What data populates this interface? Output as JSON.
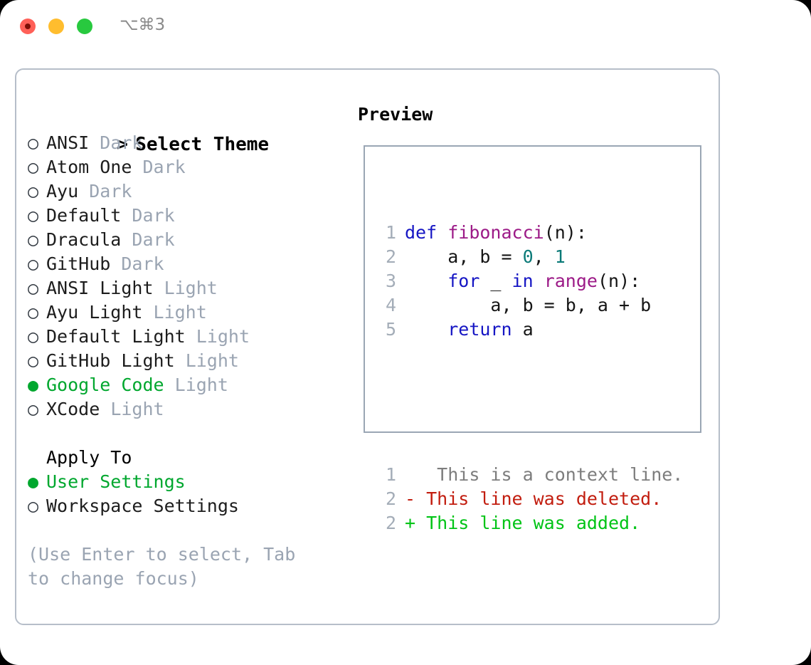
{
  "window": {
    "shortcut": "⌥⌘3",
    "traffic_lights": [
      {
        "name": "close",
        "color": "#ff6058"
      },
      {
        "name": "minimize",
        "color": "#ffbd2e"
      },
      {
        "name": "maximize",
        "color": "#28c93f"
      }
    ]
  },
  "theme_picker": {
    "caret": ">",
    "header": "Select Theme",
    "bullet_unselected": "○",
    "bullet_selected": "●",
    "items": [
      {
        "name": "ANSI",
        "kind": "Dark",
        "selected": false
      },
      {
        "name": "Atom One",
        "kind": "Dark",
        "selected": false
      },
      {
        "name": "Ayu",
        "kind": "Dark",
        "selected": false
      },
      {
        "name": "Default",
        "kind": "Dark",
        "selected": false
      },
      {
        "name": "Dracula",
        "kind": "Dark",
        "selected": false
      },
      {
        "name": "GitHub",
        "kind": "Dark",
        "selected": false
      },
      {
        "name": "ANSI Light",
        "kind": "Light",
        "selected": false
      },
      {
        "name": "Ayu Light",
        "kind": "Light",
        "selected": false
      },
      {
        "name": "Default Light",
        "kind": "Light",
        "selected": false
      },
      {
        "name": "GitHub Light",
        "kind": "Light",
        "selected": false
      },
      {
        "name": "Google Code",
        "kind": "Light",
        "selected": true
      },
      {
        "name": "XCode",
        "kind": "Light",
        "selected": false
      }
    ]
  },
  "apply_to": {
    "label": "Apply To",
    "options": [
      {
        "name": "User Settings",
        "selected": true
      },
      {
        "name": "Workspace Settings",
        "selected": false
      }
    ]
  },
  "hint": "(Use Enter to select, Tab to change focus)",
  "preview": {
    "title": "Preview",
    "code_lines": [
      {
        "number": "1",
        "tokens": [
          {
            "t": "def",
            "c": "k"
          },
          {
            "t": " ",
            "c": "pl"
          },
          {
            "t": "fibonacci",
            "c": "fn"
          },
          {
            "t": "(n):",
            "c": "pl"
          }
        ]
      },
      {
        "number": "2",
        "tokens": [
          {
            "t": "    a, b = ",
            "c": "pl"
          },
          {
            "t": "0",
            "c": "num"
          },
          {
            "t": ", ",
            "c": "pl"
          },
          {
            "t": "1",
            "c": "num"
          }
        ]
      },
      {
        "number": "3",
        "tokens": [
          {
            "t": "    ",
            "c": "pl"
          },
          {
            "t": "for",
            "c": "k"
          },
          {
            "t": " _ ",
            "c": "pl"
          },
          {
            "t": "in",
            "c": "k"
          },
          {
            "t": " ",
            "c": "pl"
          },
          {
            "t": "range",
            "c": "fn"
          },
          {
            "t": "(n):",
            "c": "pl"
          }
        ]
      },
      {
        "number": "4",
        "tokens": [
          {
            "t": "        a, b = b, a + b",
            "c": "pl"
          }
        ]
      },
      {
        "number": "5",
        "tokens": [
          {
            "t": "    ",
            "c": "pl"
          },
          {
            "t": "return",
            "c": "k"
          },
          {
            "t": " a",
            "c": "pl"
          }
        ]
      }
    ],
    "diff_lines": [
      {
        "number": "1",
        "marker": " ",
        "text": "  This is a context line.",
        "style": "diff-ctx"
      },
      {
        "number": "2",
        "marker": "-",
        "text": " This line was deleted.",
        "style": "diff-del"
      },
      {
        "number": "2",
        "marker": "+",
        "text": " This line was added.",
        "style": "diff-add"
      }
    ]
  },
  "colors": {
    "accent_green": "#00a72e",
    "muted": "#9aa4b2",
    "keyword": "#1616c4",
    "function": "#9c1a87",
    "number": "#0b7a78",
    "diff_delete": "#c21d0f",
    "diff_add": "#00c416",
    "panel_border": "#b6bec9"
  }
}
